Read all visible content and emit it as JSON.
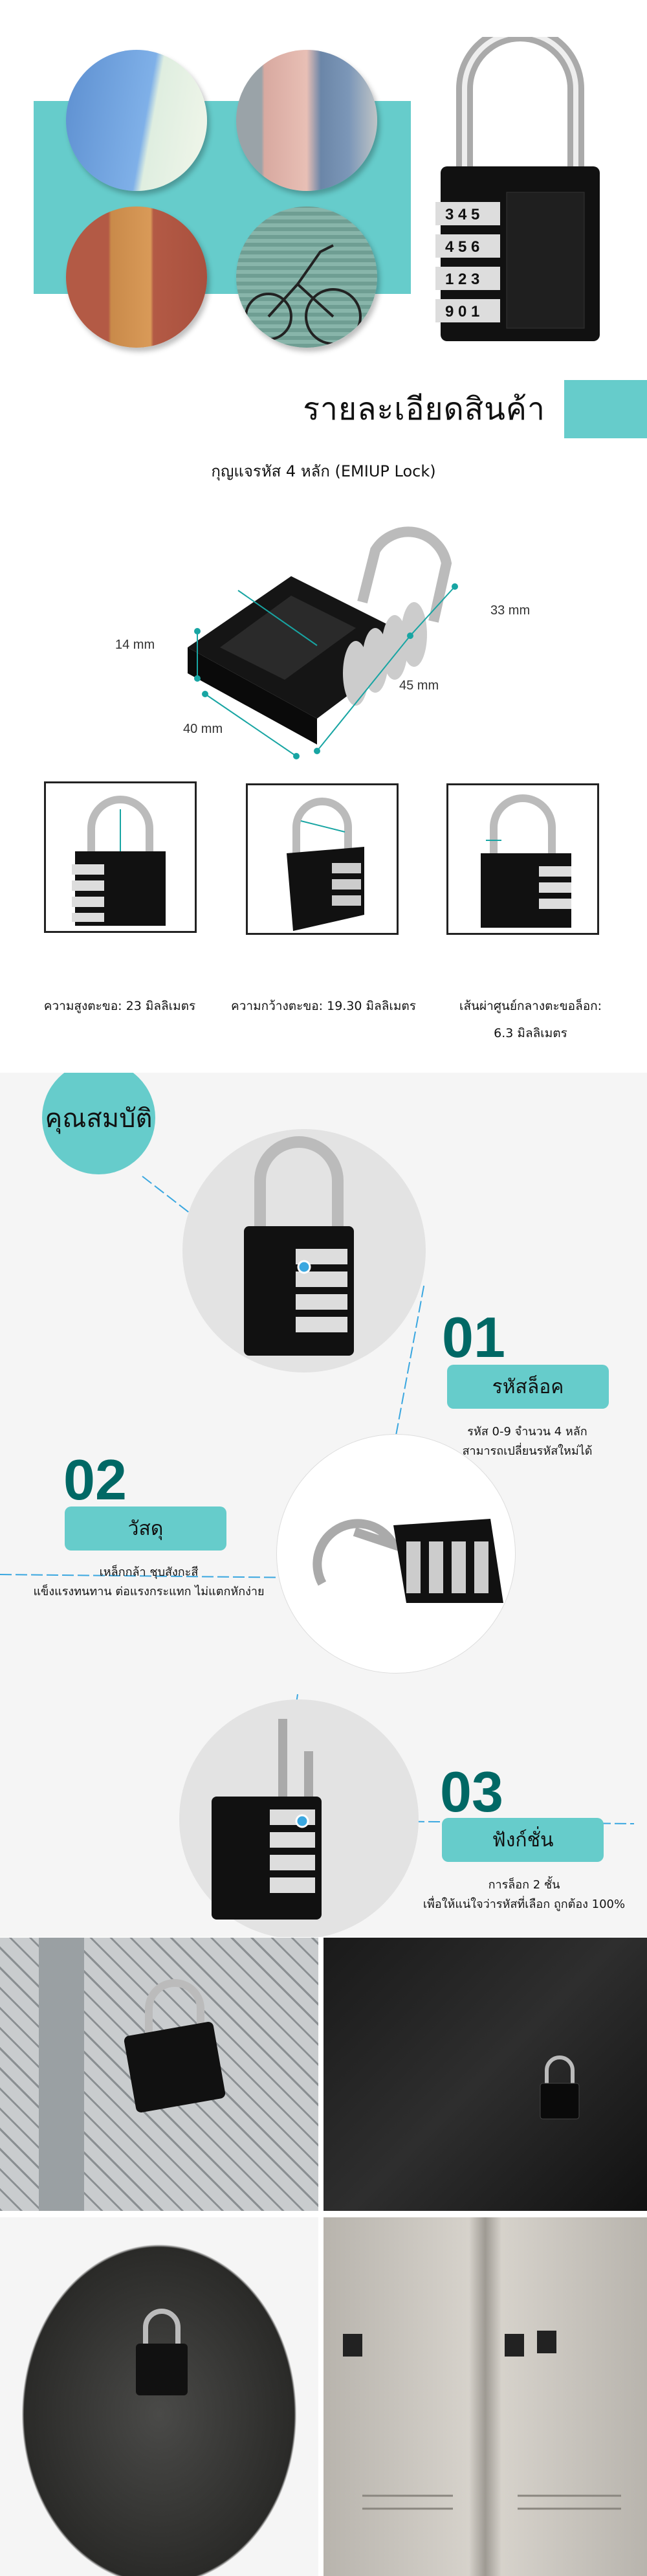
{
  "hero": {
    "accent_color": "#66cccb",
    "uses": [
      "lockers",
      "suitcase",
      "door",
      "bicycle"
    ],
    "lock_dials": [
      "3 4 5",
      "4 5 6",
      "1 2 3",
      "9 0 1"
    ]
  },
  "details": {
    "title": "รายละเอียดสินค้า",
    "product_name": "กุญแจรหัส 4 หลัก (EMIUP Lock)",
    "dimensions": {
      "height_left": "14 mm",
      "depth": "33 mm",
      "length": "45 mm",
      "width": "40 mm"
    }
  },
  "specs": [
    {
      "caption": "ความสูงตะขอ: 23 มิลลิเมตร"
    },
    {
      "caption": "ความกว้างตะขอ: 19.30 มิลลิเมตร"
    },
    {
      "caption": "เส้นผ่าศูนย์กลางตะขอล็อก:",
      "caption2": "6.3 มิลลิเมตร"
    }
  ],
  "features": {
    "heading": "คุณสมบัติ",
    "items": [
      {
        "number": "01",
        "title": "รหัสล็อค",
        "lines": [
          "รหัส 0-9 จำนวน 4 หลัก",
          "สามารถเปลี่ยนรหัสใหม่ได้"
        ]
      },
      {
        "number": "02",
        "title": "วัสดุ",
        "lines": [
          "เหล็กกล้า ชุบสังกะสี",
          "แข็งแรงทนทาน ต่อแรงกระแทก ไม่แตกหักง่าย"
        ]
      },
      {
        "number": "03",
        "title": "ฟังก์ชั่น",
        "lines": [
          "การล็อก 2 ชั้น",
          "เพื่อให้แน่ใจว่ารหัสที่เลือก ถูกต้อง 100%"
        ]
      }
    ],
    "number_color": "#006865",
    "line_color": "#3aa7e0"
  },
  "gallery": [
    "lock-on-fence",
    "lock-on-luggage",
    "lock-on-backpack",
    "lock-on-lockers"
  ]
}
